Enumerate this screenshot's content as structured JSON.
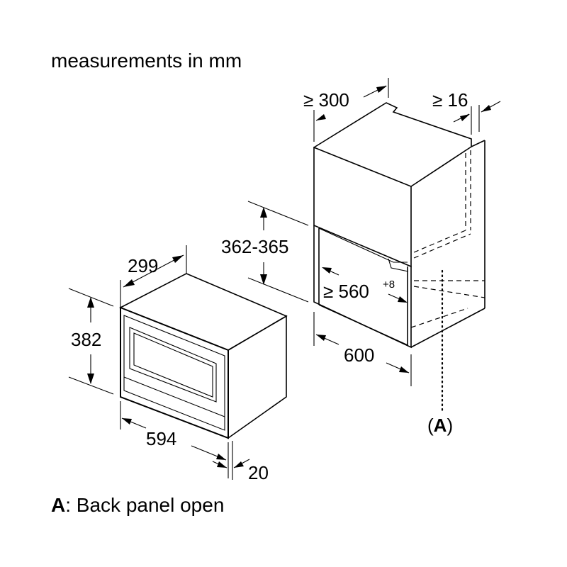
{
  "header": {
    "title": "measurements in mm"
  },
  "appliance": {
    "width": "594",
    "height": "382",
    "depth": "299",
    "front_panel": "20"
  },
  "niche": {
    "depth_min": "≥ 300",
    "side_gap_min": "≥ 16",
    "height_range": "362-365",
    "width_min": "≥ 560",
    "width_tolerance": "+8",
    "cabinet_width": "600"
  },
  "marker": {
    "label": "(A)"
  },
  "legend": {
    "key": "A",
    "text": ": Back panel open"
  }
}
